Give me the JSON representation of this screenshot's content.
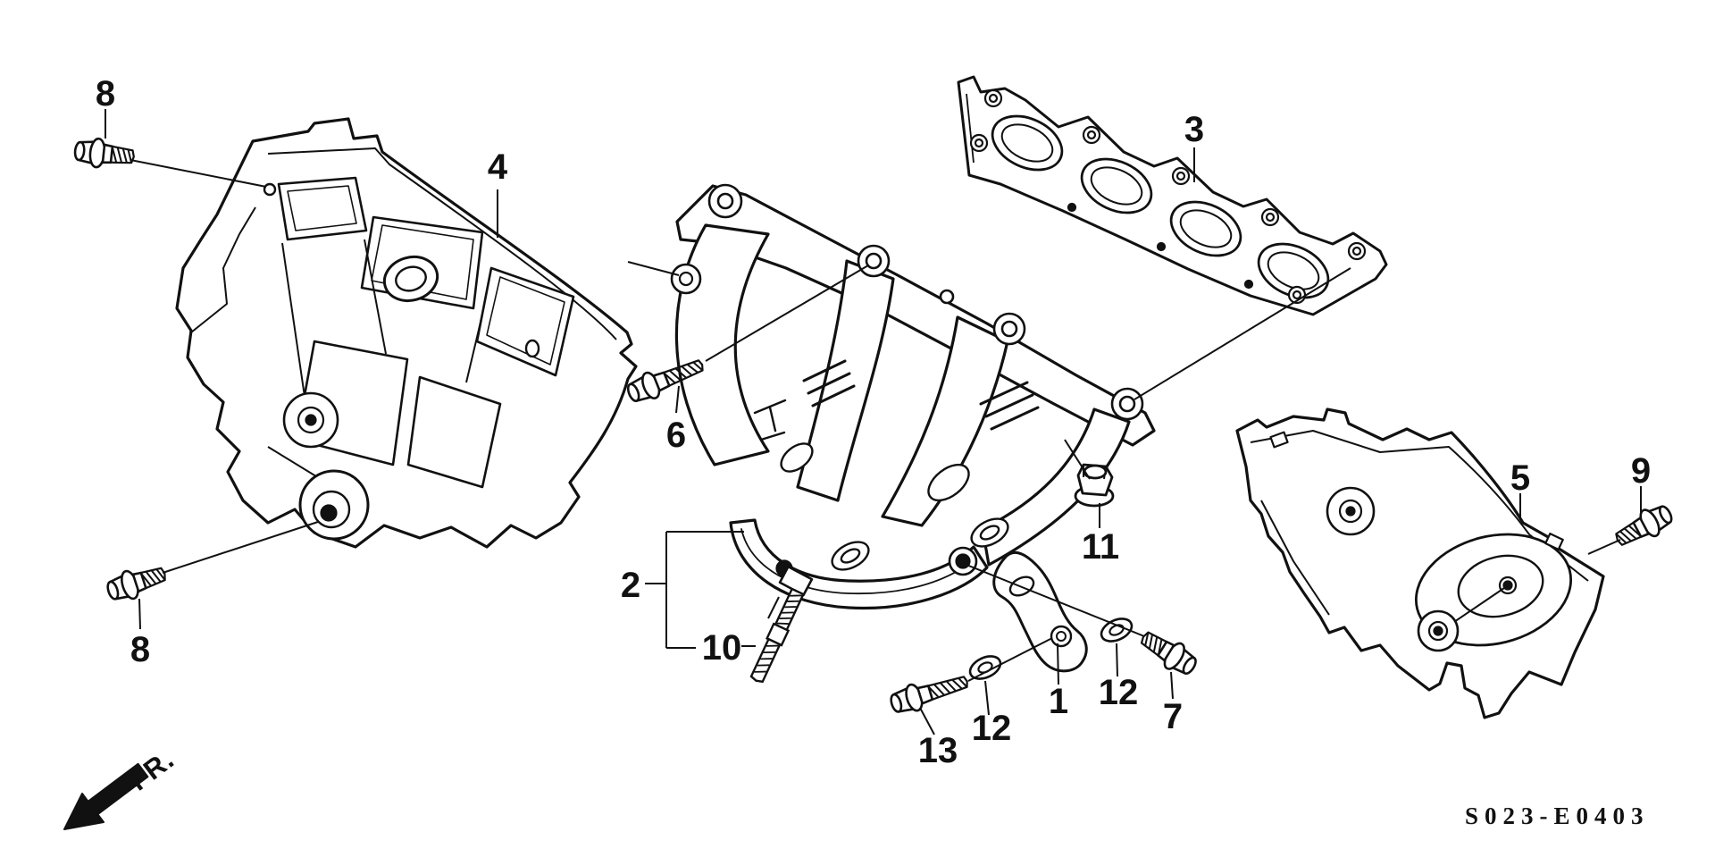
{
  "diagram": {
    "code": "S023-E0403",
    "direction_indicator": "FR.",
    "colors": {
      "line": "#111111",
      "background": "#ffffff"
    },
    "callouts": {
      "c1": {
        "label": "1"
      },
      "c2": {
        "label": "2"
      },
      "c3": {
        "label": "3"
      },
      "c4": {
        "label": "4"
      },
      "c5": {
        "label": "5"
      },
      "c6": {
        "label": "6"
      },
      "c7": {
        "label": "7"
      },
      "c8_top": {
        "label": "8"
      },
      "c8_bottom": {
        "label": "8"
      },
      "c9": {
        "label": "9"
      },
      "c10": {
        "label": "10"
      },
      "c11": {
        "label": "11"
      },
      "c12_left": {
        "label": "12"
      },
      "c12_right": {
        "label": "12"
      },
      "c13": {
        "label": "13"
      }
    }
  }
}
